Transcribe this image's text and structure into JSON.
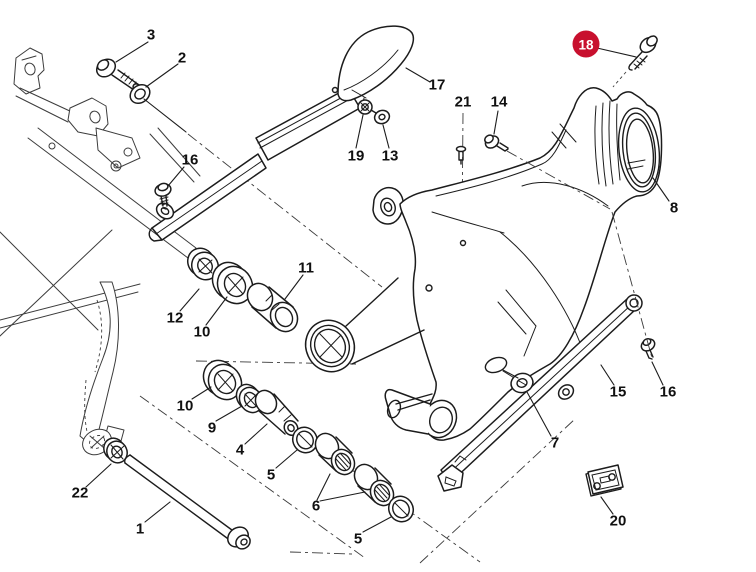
{
  "diagram": {
    "background_color": "#ffffff",
    "line_color": "#1c1c1c",
    "badge": {
      "color": "#c8102e",
      "text_color": "#ffffff",
      "highlighted_callout": "18"
    },
    "callouts": [
      {
        "id": "3",
        "label": "3"
      },
      {
        "id": "2",
        "label": "2"
      },
      {
        "id": "16-front",
        "label": "16"
      },
      {
        "id": "17",
        "label": "17"
      },
      {
        "id": "19",
        "label": "19"
      },
      {
        "id": "13",
        "label": "13"
      },
      {
        "id": "21",
        "label": "21"
      },
      {
        "id": "14",
        "label": "14"
      },
      {
        "id": "18",
        "label": "18",
        "highlighted": true
      },
      {
        "id": "8",
        "label": "8"
      },
      {
        "id": "12",
        "label": "12"
      },
      {
        "id": "10-upper",
        "label": "10"
      },
      {
        "id": "11",
        "label": "11"
      },
      {
        "id": "10-lower",
        "label": "10"
      },
      {
        "id": "9",
        "label": "9"
      },
      {
        "id": "4",
        "label": "4"
      },
      {
        "id": "5-first",
        "label": "5"
      },
      {
        "id": "6",
        "label": "6"
      },
      {
        "id": "5-second",
        "label": "5"
      },
      {
        "id": "22",
        "label": "22"
      },
      {
        "id": "1",
        "label": "1"
      },
      {
        "id": "7",
        "label": "7"
      },
      {
        "id": "15",
        "label": "15"
      },
      {
        "id": "16-rear",
        "label": "16"
      },
      {
        "id": "20",
        "label": "20"
      }
    ]
  }
}
